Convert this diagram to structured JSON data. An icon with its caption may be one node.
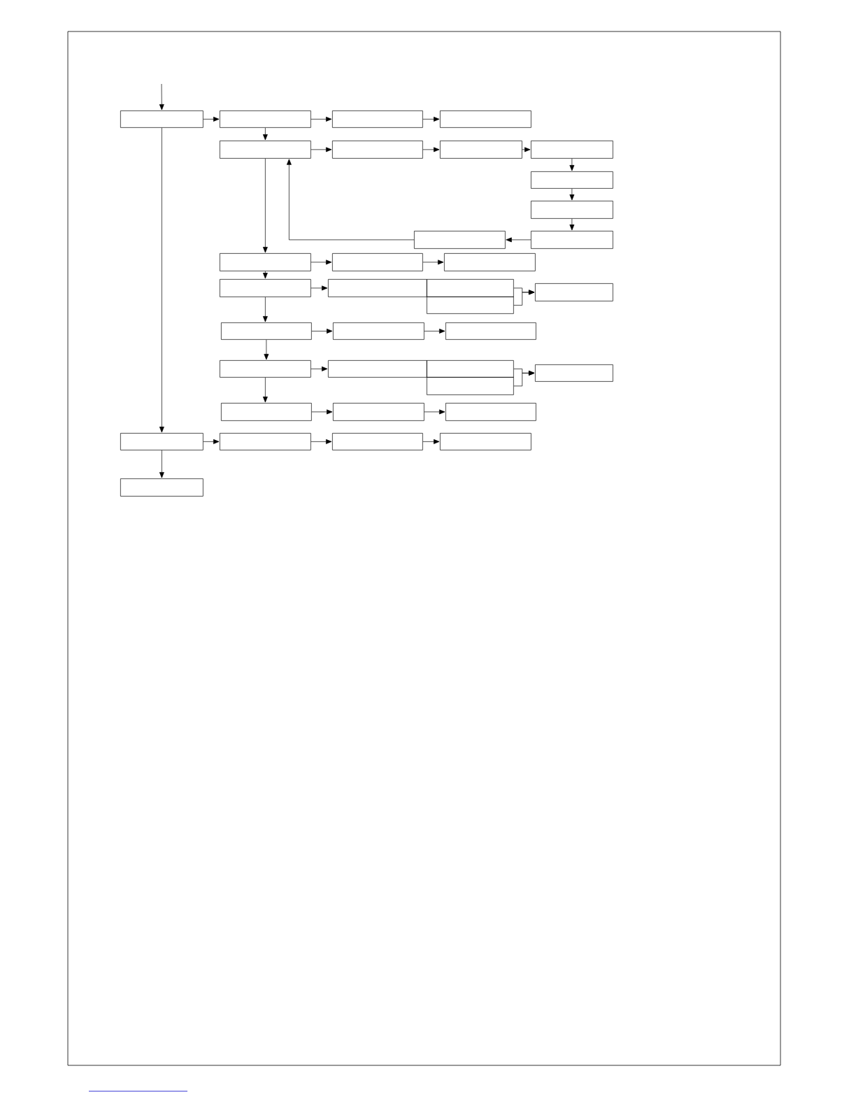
{
  "diagram": {
    "nodes": [
      {
        "text": [],
        "shape": "box"
      },
      {
        "text": [],
        "shape": "box"
      },
      {
        "text": [],
        "shape": "box"
      },
      {
        "text": [],
        "shape": "box"
      },
      {
        "text": [],
        "shape": "box"
      },
      {
        "text": [],
        "shape": "box"
      },
      {
        "text": [],
        "shape": "box"
      },
      {
        "text": [],
        "shape": "box"
      },
      {
        "text": [],
        "shape": "box"
      },
      {
        "text": [],
        "shape": "box"
      },
      {
        "text": [],
        "shape": "box"
      },
      {
        "text": [],
        "shape": "box"
      },
      {
        "text": [],
        "shape": "box"
      },
      {
        "text": [],
        "shape": "box"
      },
      {
        "text": [],
        "shape": "box"
      },
      {
        "text": [],
        "shape": "box"
      },
      {
        "text": [],
        "shape": "box"
      },
      {
        "text": [],
        "shape": "box"
      },
      {
        "text": [],
        "shape": "box"
      },
      {
        "text": [],
        "shape": "box"
      },
      {
        "text": [],
        "shape": "box"
      },
      {
        "text": [],
        "shape": "box"
      },
      {
        "text": [],
        "shape": "box"
      },
      {
        "text": [],
        "shape": "box"
      },
      {
        "text": [],
        "shape": "box"
      },
      {
        "text": [],
        "shape": "box"
      },
      {
        "text": [],
        "shape": "box"
      },
      {
        "text": [],
        "shape": "box"
      },
      {
        "text": [],
        "shape": "box"
      },
      {
        "text": [],
        "shape": "box"
      },
      {
        "text": [],
        "shape": "box"
      },
      {
        "text": [],
        "shape": "box"
      },
      {
        "text": [],
        "shape": "box"
      },
      {
        "text": [],
        "shape": "box"
      },
      {
        "text": [],
        "shape": "box"
      },
      {
        "text": [],
        "shape": "box"
      }
    ],
    "edges": [
      {
        "from": null,
        "to": 0,
        "arrow": "to"
      },
      {
        "from": 0,
        "to": 1,
        "arrow": "to"
      },
      {
        "from": 1,
        "to": 2,
        "arrow": "to"
      },
      {
        "from": 2,
        "to": 3,
        "arrow": "to"
      },
      {
        "from": 1,
        "to": 4,
        "arrow": "to"
      },
      {
        "from": 4,
        "to": 5,
        "arrow": "to"
      },
      {
        "from": 5,
        "to": 6,
        "arrow": "to"
      },
      {
        "from": 6,
        "to": 7,
        "arrow": "to"
      },
      {
        "from": 7,
        "to": 8,
        "arrow": "to"
      },
      {
        "from": 8,
        "to": 9,
        "arrow": "to"
      },
      {
        "from": 9,
        "to": 10,
        "arrow": "to"
      },
      {
        "from": 10,
        "to": 11,
        "arrow": "to"
      },
      {
        "from": 11,
        "to": 4,
        "arrow": "to"
      },
      {
        "from": 4,
        "to": 12,
        "arrow": "to"
      },
      {
        "from": 12,
        "to": 13,
        "arrow": "to"
      },
      {
        "from": 13,
        "to": 14,
        "arrow": "to"
      },
      {
        "from": 12,
        "to": 15,
        "arrow": "to"
      },
      {
        "from": 15,
        "to": 16,
        "arrow": "to"
      },
      {
        "from": 17,
        "to": 19,
        "arrow": "to"
      },
      {
        "from": 18,
        "to": 19,
        "arrow": "to"
      },
      {
        "from": 15,
        "to": 20,
        "arrow": "to"
      },
      {
        "from": 20,
        "to": 21,
        "arrow": "to"
      },
      {
        "from": 21,
        "to": 22,
        "arrow": "to"
      },
      {
        "from": 20,
        "to": 23,
        "arrow": "to"
      },
      {
        "from": 23,
        "to": 24,
        "arrow": "to"
      },
      {
        "from": 25,
        "to": 27,
        "arrow": "to"
      },
      {
        "from": 26,
        "to": 27,
        "arrow": "to"
      },
      {
        "from": 23,
        "to": 28,
        "arrow": "to"
      },
      {
        "from": 28,
        "to": 29,
        "arrow": "to"
      },
      {
        "from": 29,
        "to": 30,
        "arrow": "to"
      },
      {
        "from": 0,
        "to": 31,
        "arrow": "to"
      },
      {
        "from": 31,
        "to": 32,
        "arrow": "to"
      },
      {
        "from": 32,
        "to": 33,
        "arrow": "to"
      },
      {
        "from": 33,
        "to": 34,
        "arrow": "to"
      },
      {
        "from": 31,
        "to": 35,
        "arrow": "to"
      }
    ]
  }
}
